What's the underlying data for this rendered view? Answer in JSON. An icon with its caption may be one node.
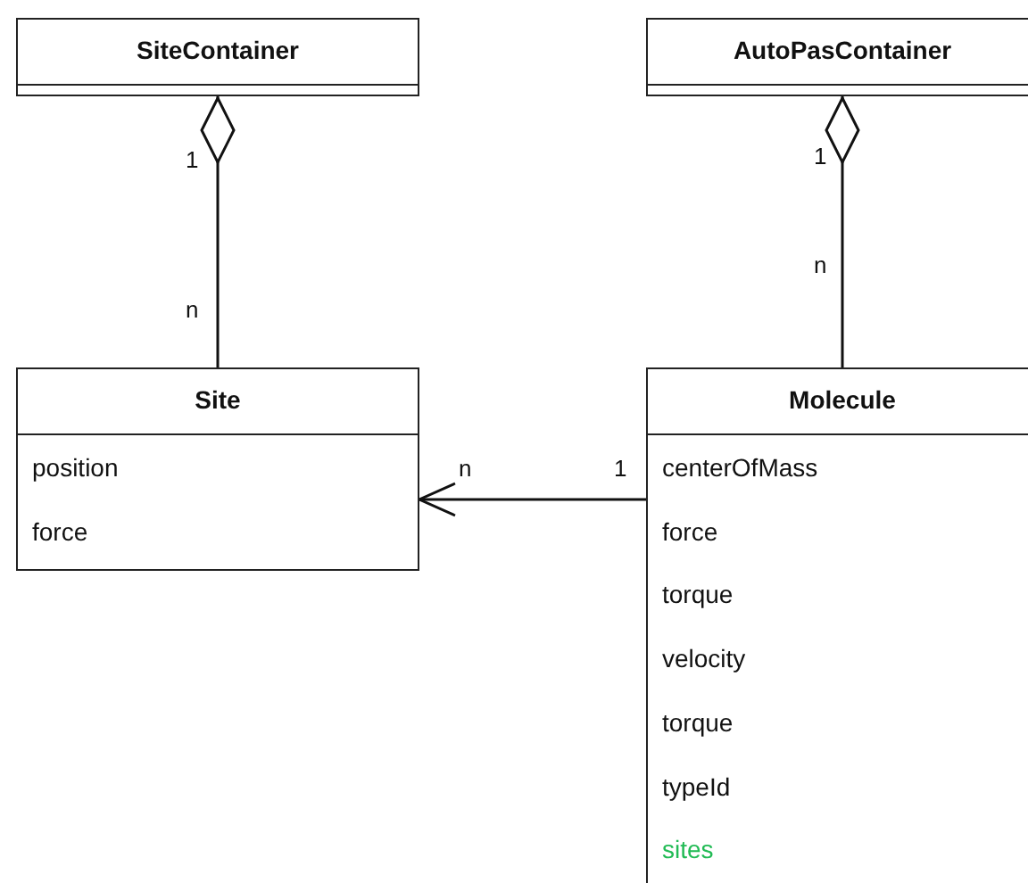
{
  "diagram": {
    "nodes": [
      {
        "text": [
          "SiteContainer"
        ]
      },
      {
        "text": [
          "AutoPasContainer"
        ]
      },
      {
        "text": [
          "Site",
          "position",
          "force"
        ]
      },
      {
        "text": [
          "Molecule",
          "centerOfMass",
          "force",
          "torque",
          "velocity",
          "torque",
          "typeId",
          "sites"
        ]
      }
    ],
    "edges": [
      {
        "from": 0,
        "to": 2,
        "arrow": "other"
      },
      {
        "from": 1,
        "to": 3,
        "arrow": "other"
      },
      {
        "from": 3,
        "to": 2,
        "arrow": "to"
      }
    ],
    "labels": [
      "1",
      "1",
      "n",
      "n",
      "n",
      "1"
    ]
  }
}
